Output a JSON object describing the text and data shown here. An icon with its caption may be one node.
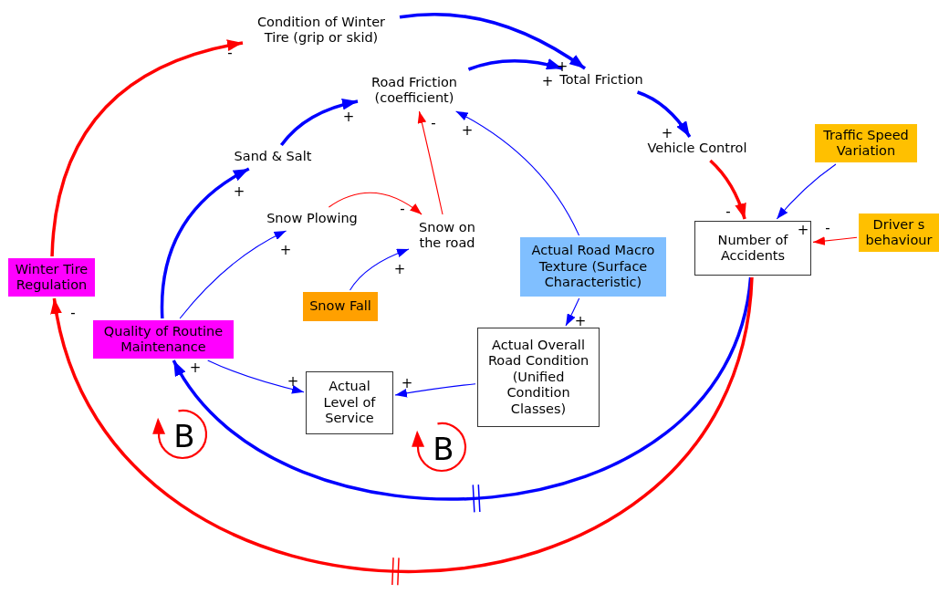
{
  "diagram": {
    "nodes": [
      {
        "text": [
          "Condition of Winter Tire (grip or skid)"
        ]
      },
      {
        "text": [
          "Road Friction (coefficient)"
        ]
      },
      {
        "text": [
          "Total Friction"
        ]
      },
      {
        "text": [
          "Sand & Salt"
        ]
      },
      {
        "text": [
          "Vehicle Control"
        ]
      },
      {
        "text": [
          "Traffic Speed Variation"
        ]
      },
      {
        "text": [
          "Snow Plowing"
        ]
      },
      {
        "text": [
          "Snow on the road"
        ]
      },
      {
        "text": [
          "Number of Accidents"
        ]
      },
      {
        "text": [
          "Driver s behaviour"
        ]
      },
      {
        "text": [
          "Actual Road Macro Texture (Surface Characteristic)"
        ]
      },
      {
        "text": [
          "Winter Tire Regulation"
        ]
      },
      {
        "text": [
          "Snow Fall"
        ]
      },
      {
        "text": [
          "Quality of Routine Maintenance"
        ]
      },
      {
        "text": [
          "Actual Level of Service"
        ]
      },
      {
        "text": [
          "Actual Overall Road Condition (Unified Condition Classes)"
        ]
      }
    ],
    "edges": [
      {
        "from": 0,
        "to": 2,
        "arrow": "to",
        "label": "+",
        "style": "thick"
      },
      {
        "from": 1,
        "to": 2,
        "arrow": "to",
        "label": "+",
        "style": "thick"
      },
      {
        "from": 3,
        "to": 1,
        "arrow": "to",
        "label": "+",
        "style": "thick"
      },
      {
        "from": 2,
        "to": 4,
        "arrow": "to",
        "label": "+",
        "style": "thick"
      },
      {
        "from": 4,
        "to": 8,
        "arrow": "to",
        "label": "-",
        "style": "thick",
        "color": "#ff0000"
      },
      {
        "from": 5,
        "to": 8,
        "arrow": "to",
        "label": "+"
      },
      {
        "from": 9,
        "to": 8,
        "arrow": "to",
        "label": "-",
        "color": "#ff0000"
      },
      {
        "from": 13,
        "to": 3,
        "arrow": "to",
        "label": "+",
        "style": "thick"
      },
      {
        "from": 13,
        "to": 6,
        "arrow": "to",
        "label": "+"
      },
      {
        "from": 6,
        "to": 7,
        "arrow": "to",
        "label": "-",
        "color": "#ff0000"
      },
      {
        "from": 7,
        "to": 1,
        "arrow": "to",
        "label": "-",
        "color": "#ff0000"
      },
      {
        "from": 12,
        "to": 7,
        "arrow": "to",
        "label": "+"
      },
      {
        "from": 10,
        "to": 1,
        "arrow": "to",
        "label": "+"
      },
      {
        "from": 10,
        "to": 15,
        "arrow": "to",
        "label": "+"
      },
      {
        "from": 15,
        "to": 14,
        "arrow": "to",
        "label": "+"
      },
      {
        "from": 13,
        "to": 14,
        "arrow": "to",
        "label": "+"
      },
      {
        "from": 8,
        "to": 13,
        "arrow": "to",
        "label": "+",
        "style": "thick"
      },
      {
        "from": 8,
        "to": 11,
        "arrow": "to",
        "label": "-",
        "style": "thick",
        "color": "#ff0000"
      },
      {
        "from": 11,
        "to": 0,
        "arrow": "to",
        "label": "-",
        "style": "thick",
        "color": "#ff0000"
      }
    ],
    "labels": [
      "B",
      "B"
    ]
  }
}
